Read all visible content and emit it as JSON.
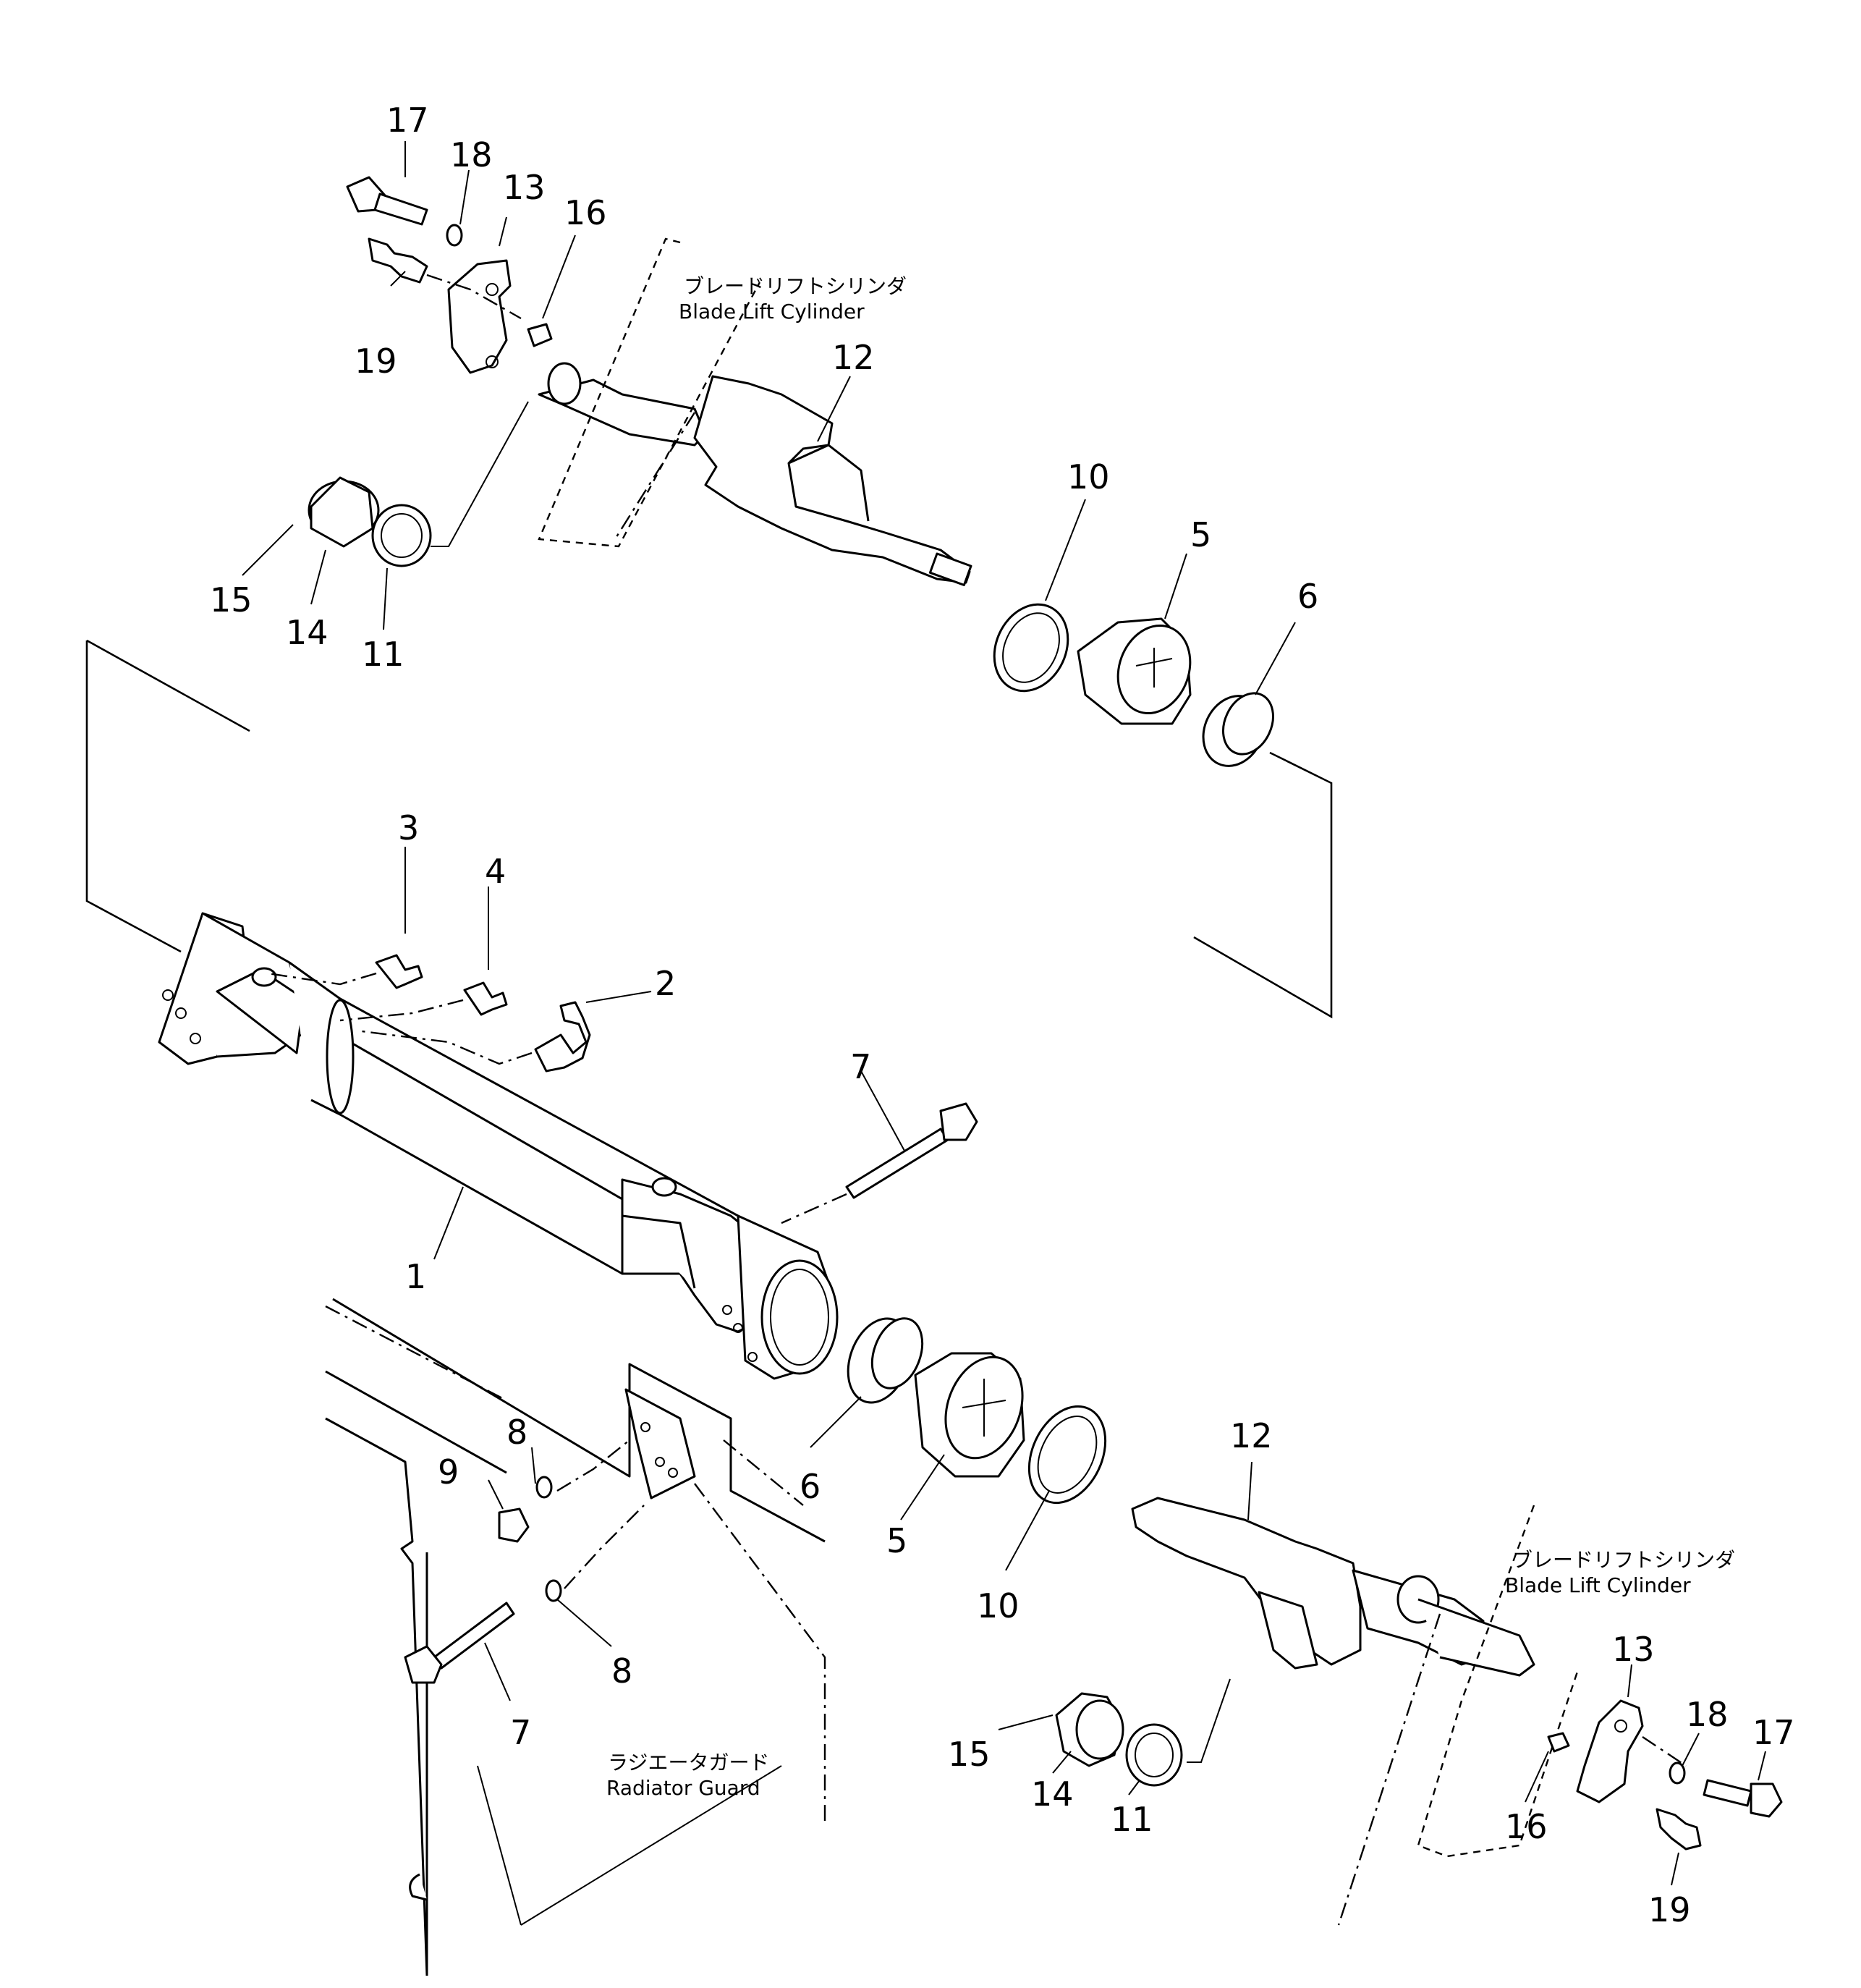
{
  "labels": {
    "blade_lift_cylinder_top_jp": "ブレードリフトシリンダ",
    "blade_lift_cylinder_top_en": "Blade Lift Cylinder",
    "blade_lift_cylinder_bottom_jp": "ブレードリフトシリンダ",
    "blade_lift_cylinder_bottom_en": "Blade Lift Cylinder",
    "radiator_guard_jp": "ラジエータガード",
    "radiator_guard_en": "Radiator Guard"
  },
  "callouts": {
    "c1": "1",
    "c2": "2",
    "c3": "3",
    "c4": "4",
    "c5a": "5",
    "c5b": "5",
    "c6a": "6",
    "c6b": "6",
    "c7a": "7",
    "c7b": "7",
    "c8a": "8",
    "c8b": "8",
    "c9": "9",
    "c10a": "10",
    "c10b": "10",
    "c11a": "11",
    "c11b": "11",
    "c12a": "12",
    "c12b": "12",
    "c13a": "13",
    "c13b": "13",
    "c14a": "14",
    "c14b": "14",
    "c15a": "15",
    "c15b": "15",
    "c16a": "16",
    "c16b": "16",
    "c17a": "17",
    "c17b": "17",
    "c18a": "18",
    "c18b": "18",
    "c19a": "19",
    "c19b": "19"
  }
}
